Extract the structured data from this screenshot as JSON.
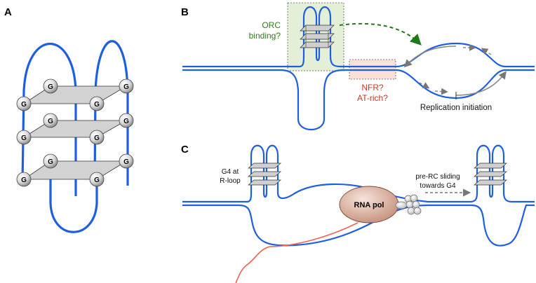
{
  "panels": {
    "a": {
      "letter": "A",
      "g_label": "G"
    },
    "b": {
      "letter": "B",
      "orc_line1": "ORC",
      "orc_line2": "binding?",
      "nfr_line1": "NFR?",
      "nfr_line2": "AT-rich?",
      "replication": "Replication initiation"
    },
    "c": {
      "letter": "C",
      "g4_line1": "G4 at",
      "g4_line2": "R-loop",
      "rnapol": "RNA pol",
      "prerc_line1": "pre-RC sliding",
      "prerc_line2": "towards G4"
    }
  },
  "colors": {
    "dna": "#1e5fe0",
    "rna": "#f0604a",
    "orc_box": "#e3efd6",
    "nfr_box": "#fbe0d8",
    "arrow_green": "#1f7a1a",
    "arrow_gray": "#888888"
  }
}
